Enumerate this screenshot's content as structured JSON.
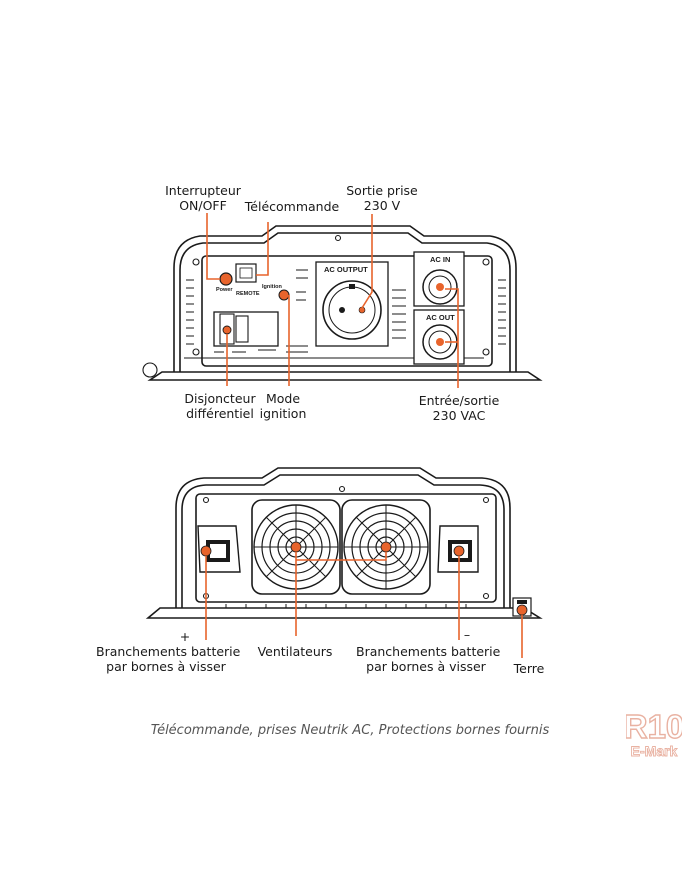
{
  "front_panel": {
    "device_text": {
      "power": "Power",
      "remote": "REMOTE",
      "ignition": "Ignition",
      "ac_output": "AC OUTPUT",
      "ac_in": "AC IN",
      "ac_out": "AC OUT"
    },
    "labels": {
      "interrupteur_line1": "Interrupteur",
      "interrupteur_line2": "ON/OFF",
      "telecommande": "Télécommande",
      "sortie_line1": "Sortie prise",
      "sortie_line2": "230 V",
      "disjoncteur_line1": "Disjoncteur",
      "disjoncteur_line2": "différentiel",
      "mode_line1": "Mode",
      "mode_line2": "ignition",
      "entree_line1": "Entrée/sortie",
      "entree_line2": "230 VAC"
    }
  },
  "rear_panel": {
    "labels": {
      "plus_sign": "+",
      "minus_sign": "–",
      "batterie_left_line1": "Branchements batterie",
      "batterie_left_line2": "par bornes à visser",
      "ventilateurs": "Ventilateurs",
      "batterie_right_line1": "Branchements batterie",
      "batterie_right_line2": "par bornes à visser",
      "terre": "Terre"
    }
  },
  "caption": "Télécommande, prises Neutrik AC, Protections bornes fournis",
  "logo": {
    "line1": "R10",
    "line2": "E-Mark"
  },
  "colors": {
    "accent": "#e8642c",
    "line": "#1a1a1a",
    "logo": "#e9b2a2"
  }
}
